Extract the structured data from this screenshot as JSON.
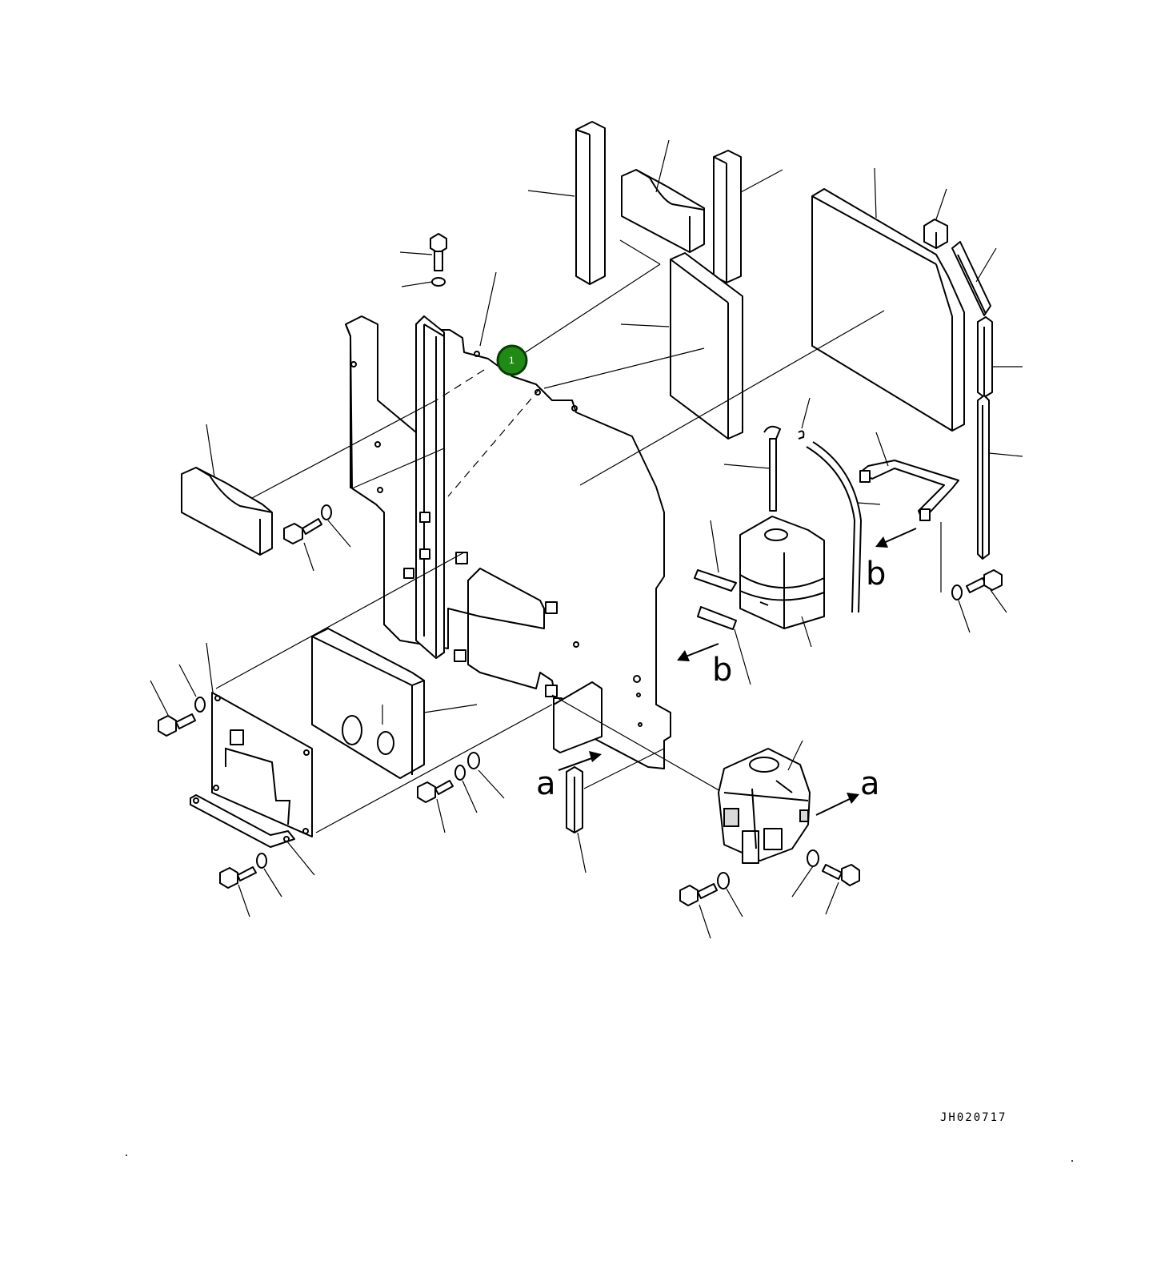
{
  "callouts": {
    "hotspot_1": {
      "label": "1",
      "color": "#1f8a14"
    },
    "view_a_left": "a",
    "view_a_right": "a",
    "view_b_left": "b",
    "view_b_right": "b"
  },
  "drawing_code": "JH020717"
}
